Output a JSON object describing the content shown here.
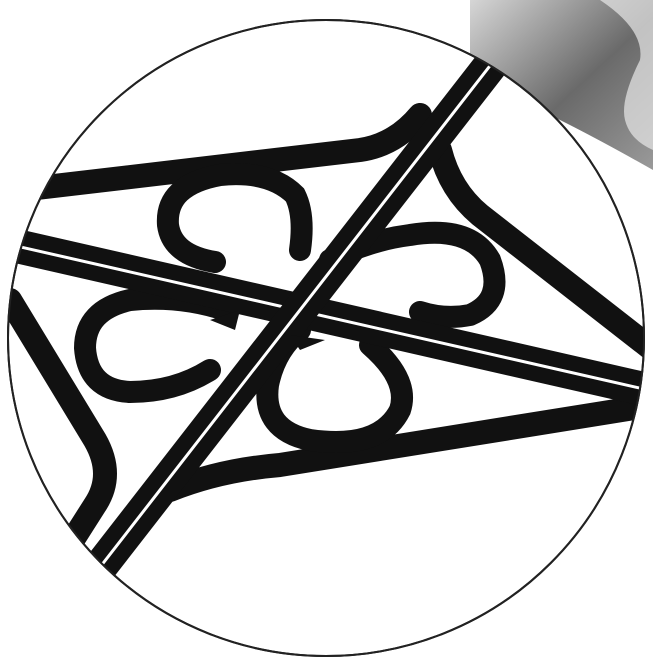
{
  "figure": {
    "caption": "",
    "colors": {
      "ink": "#111111",
      "paper": "#ffffff",
      "halftone_dark": "#6a6a6a",
      "halftone_light": "#d6d6d6",
      "rim": "#222222"
    },
    "elements": [
      "circular-frame",
      "main-highway-northeast-southwest",
      "main-highway-west-east",
      "cloverleaf-loop-north",
      "cloverleaf-loop-east",
      "cloverleaf-loop-south",
      "cloverleaf-loop-west",
      "diagonal-ramp-north",
      "diagonal-ramp-west",
      "diagonal-ramp-south",
      "diagonal-ramp-east",
      "halftone-background-corner"
    ]
  }
}
